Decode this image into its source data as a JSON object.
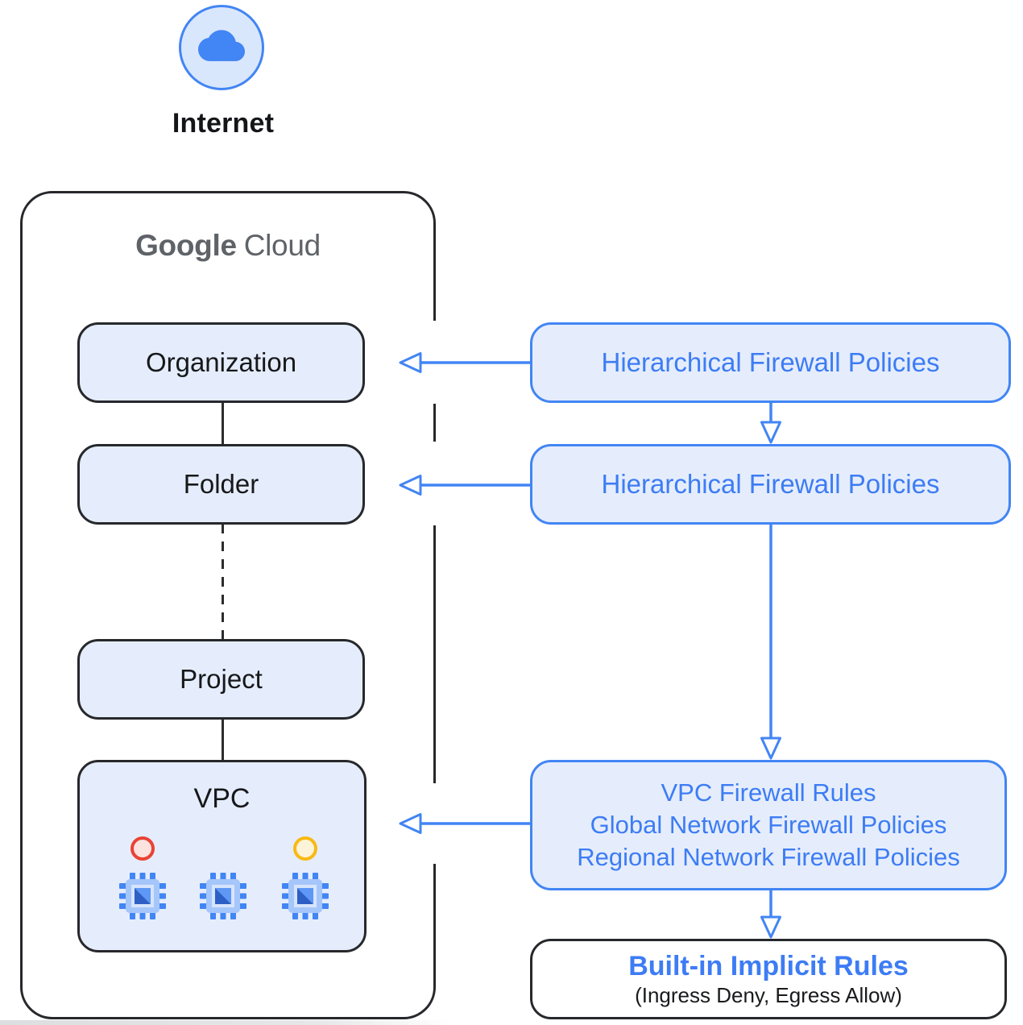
{
  "internet": {
    "label": "Internet"
  },
  "google_cloud": {
    "brand_primary": "Google",
    "brand_secondary": "Cloud"
  },
  "hierarchy": {
    "organization": "Organization",
    "folder": "Folder",
    "project": "Project",
    "vpc": "VPC"
  },
  "policies": {
    "org_level": "Hierarchical Firewall Policies",
    "folder_level": "Hierarchical Firewall Policies",
    "vpc_level_lines": [
      "VPC Firewall Rules",
      "Global Network Firewall Policies",
      "Regional Network Firewall Policies"
    ]
  },
  "implicit": {
    "title": "Built-in Implicit Rules",
    "subtitle": "(Ingress Deny, Egress Allow)"
  },
  "colors": {
    "blue": "#4285f4",
    "blue_text": "#3d7cf4",
    "light_blue_fill": "#e5edfc",
    "dark_border": "#26282b",
    "gray_brand_text": "#5f6368",
    "red_indicator": "#e94335",
    "yellow_indicator": "#f9b915"
  }
}
